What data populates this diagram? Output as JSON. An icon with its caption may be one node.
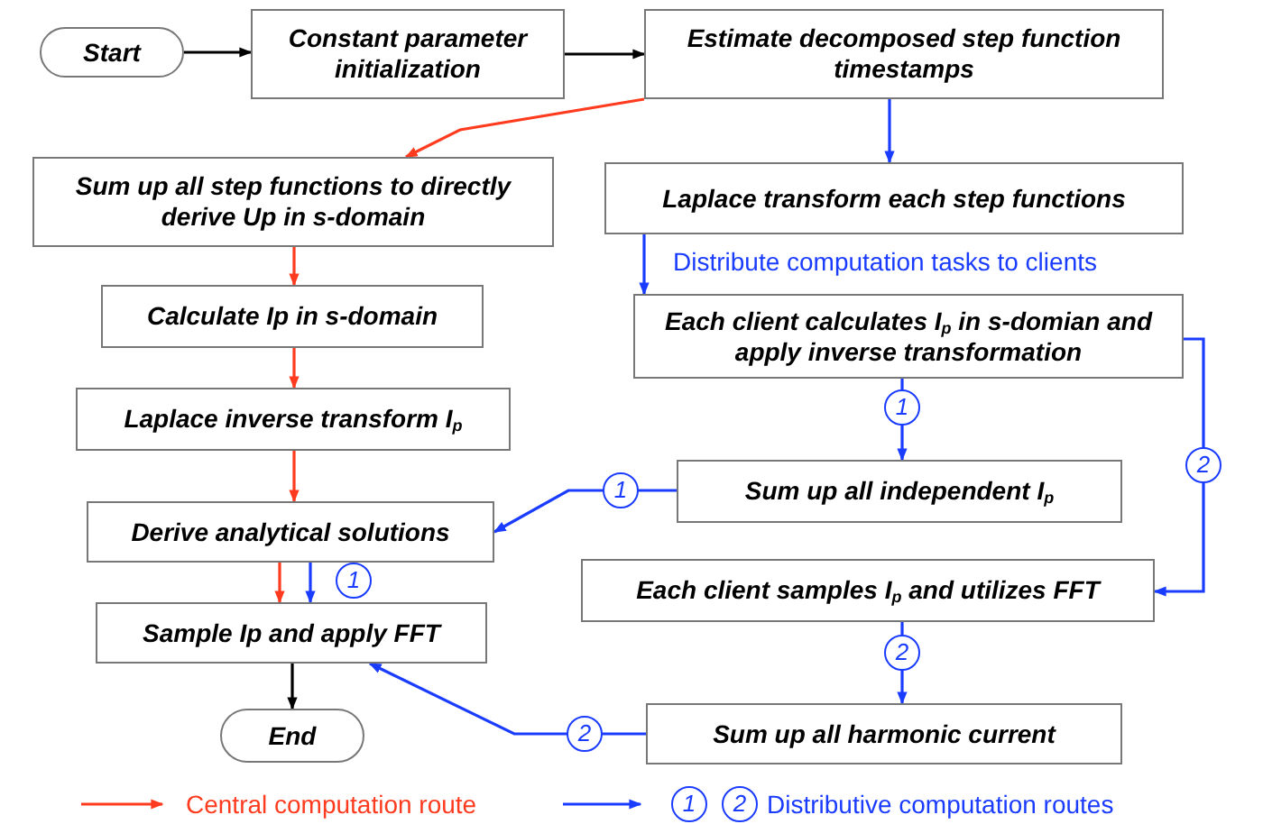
{
  "diagram": {
    "nodes": [
      {
        "text": [
          "Start"
        ]
      },
      {
        "text": [
          "Constant parameter initialization"
        ]
      },
      {
        "text": [
          "Estimate decomposed step function timestamps"
        ]
      },
      {
        "text": [
          "Sum up all step functions to directly derive Up in s-domain"
        ]
      },
      {
        "text": [
          "Laplace transform each step functions"
        ]
      },
      {
        "text": [
          "Calculate Ip in s-domain"
        ]
      },
      {
        "text": [
          "Each client calculates I$_{p}$ in s-domian and apply inverse transformation"
        ]
      },
      {
        "text": [
          "Laplace inverse transform I$_{p}$"
        ]
      },
      {
        "text": [
          "Sum up all independent I$_{p}$"
        ]
      },
      {
        "text": [
          "Derive analytical solutions"
        ]
      },
      {
        "text": [
          "Each client samples I$_{p}$  and utilizes FFT"
        ]
      },
      {
        "text": [
          "Sample Ip and apply FFT"
        ]
      },
      {
        "text": [
          "Sum up all harmonic current"
        ]
      },
      {
        "text": [
          "End"
        ]
      }
    ],
    "edges": [
      {
        "from": 0,
        "to": 1,
        "arrow": "to",
        "color": "#000000"
      },
      {
        "from": 1,
        "to": 2,
        "arrow": "to",
        "color": "#000000"
      },
      {
        "from": 2,
        "to": 3,
        "arrow": "to",
        "color": "#ff3b1f"
      },
      {
        "from": 2,
        "to": 4,
        "arrow": "to"
      },
      {
        "from": 4,
        "to": 6,
        "arrow": "to",
        "label": "Distribute computation tasks to clients"
      },
      {
        "from": 3,
        "to": 5,
        "arrow": "to",
        "color": "#ff3b1f"
      },
      {
        "from": 5,
        "to": 7,
        "arrow": "to",
        "color": "#ff3b1f"
      },
      {
        "from": 7,
        "to": 9,
        "arrow": "to",
        "color": "#ff3b1f"
      },
      {
        "from": 6,
        "to": 8,
        "arrow": "to",
        "label": "1"
      },
      {
        "from": 8,
        "to": 9,
        "arrow": "to",
        "label": "1"
      },
      {
        "from": 6,
        "to": 10,
        "arrow": "to",
        "label": "2"
      },
      {
        "from": 9,
        "to": 11,
        "arrow": "to",
        "color": "#ff3b1f"
      },
      {
        "from": 9,
        "to": 11,
        "arrow": "to",
        "label": "1"
      },
      {
        "from": 10,
        "to": 12,
        "arrow": "to",
        "label": "2"
      },
      {
        "from": 12,
        "to": 11,
        "arrow": "to",
        "label": "2"
      },
      {
        "from": 11,
        "to": 13,
        "arrow": "to",
        "color": "#000000"
      }
    ],
    "labels": [
      "1",
      "2"
    ],
    "legend": [
      {
        "text": "Central computation route",
        "color": "#ff3b1f"
      },
      {
        "text": "Distributive computation routes",
        "color": "#1a3cff"
      }
    ]
  }
}
